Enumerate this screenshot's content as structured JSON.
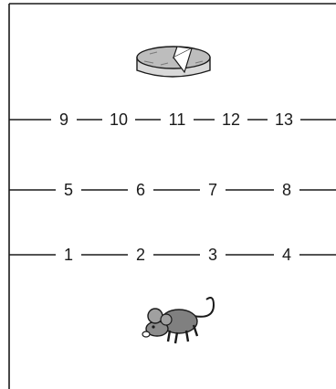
{
  "maze": {
    "goal_icon": "cheese-icon",
    "start_icon": "mouse-icon",
    "rows": [
      {
        "labels": [
          "9",
          "10",
          "11",
          "12",
          "13"
        ]
      },
      {
        "labels": [
          "5",
          "6",
          "7",
          "8"
        ]
      },
      {
        "labels": [
          "1",
          "2",
          "3",
          "4"
        ]
      }
    ]
  }
}
